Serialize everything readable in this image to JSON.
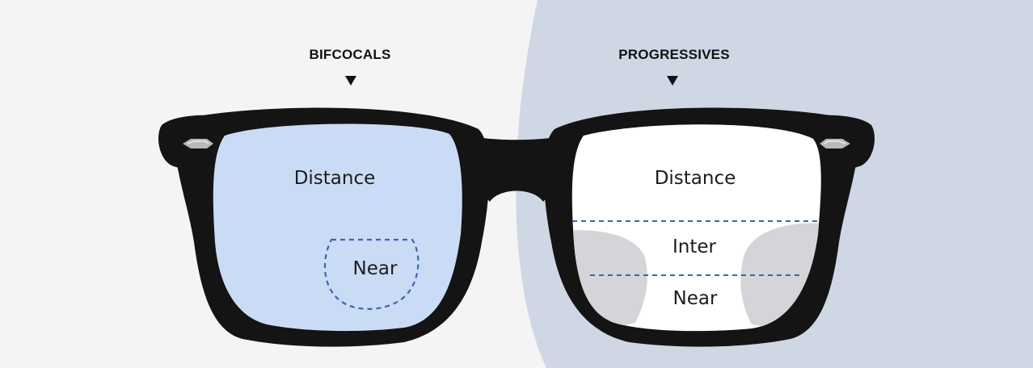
{
  "headings": {
    "bifocals": "BIFCOCALS",
    "progressives": "PROGRESSIVES"
  },
  "bifocal_lens": {
    "distance_label": "Distance",
    "near_label": "Near"
  },
  "progressive_lens": {
    "distance_label": "Distance",
    "intermediate_label": "Inter",
    "near_label": "Near"
  },
  "colors": {
    "page_background": "#f4f4f4",
    "progressive_background": "#d0d7e4",
    "frame": "#141414",
    "bifocal_lens_tint": "#cadcf5",
    "progressive_lens": "#ffffff",
    "peripheral_blur_zone": "#d4d5d8",
    "zone_divider": "#3b64b4"
  }
}
